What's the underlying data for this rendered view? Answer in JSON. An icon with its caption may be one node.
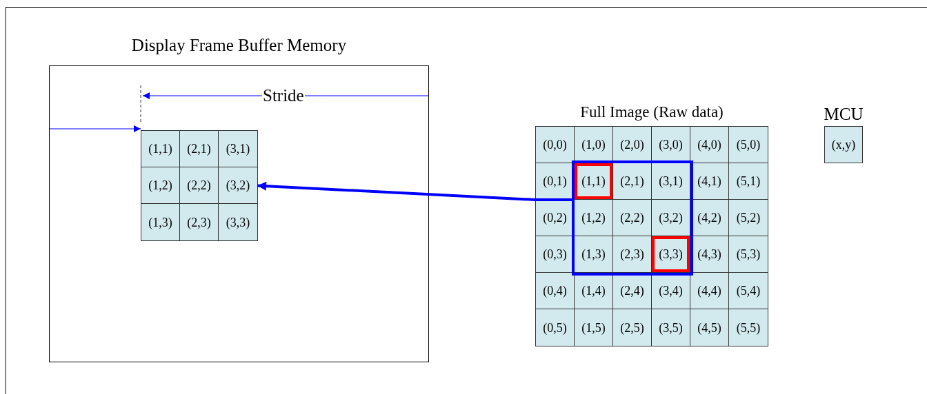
{
  "diagram": {
    "nodes": [
      {
        "text": [
          "Display Frame Buffer Memory"
        ]
      },
      {
        "text": [],
        "shape": "box",
        "in": 0
      },
      {
        "text": [
          "(1,1)"
        ],
        "in": 1
      },
      {
        "text": [
          "(2,1)"
        ],
        "in": 1
      },
      {
        "text": [
          "(3,1)"
        ],
        "in": 1
      },
      {
        "text": [
          "(1,2)"
        ],
        "in": 1
      },
      {
        "text": [
          "(2,2)"
        ],
        "in": 1
      },
      {
        "text": [
          "(3,2)"
        ],
        "in": 1
      },
      {
        "text": [
          "(1,3)"
        ],
        "in": 1
      },
      {
        "text": [
          "(2,3)"
        ],
        "in": 1
      },
      {
        "text": [
          "(3,3)"
        ],
        "in": 1
      },
      {
        "text": [
          "Full Image (Raw data)"
        ]
      },
      {
        "text": [
          "(0,0)"
        ],
        "in": 11
      },
      {
        "text": [
          "(1,0)"
        ],
        "in": 11
      },
      {
        "text": [
          "(2,0)"
        ],
        "in": 11
      },
      {
        "text": [
          "(3,0)"
        ],
        "in": 11
      },
      {
        "text": [
          "(4,0)"
        ],
        "in": 11
      },
      {
        "text": [
          "(5,0)"
        ],
        "in": 11
      },
      {
        "text": [],
        "shape": "box",
        "in": 11
      },
      {
        "text": [
          "(0,1)"
        ],
        "in": 11
      },
      {
        "text": [
          "(1,1)"
        ],
        "in": 18
      },
      {
        "text": [
          "(2,1)"
        ],
        "in": 18
      },
      {
        "text": [
          "(3,1)"
        ],
        "in": 18
      },
      {
        "text": [
          "(4,1)"
        ],
        "in": 11
      },
      {
        "text": [
          "(5,1)"
        ],
        "in": 11
      },
      {
        "text": [
          "(0,2)"
        ],
        "in": 11
      },
      {
        "text": [
          "(1,2)"
        ],
        "in": 18
      },
      {
        "text": [
          "(2,2)"
        ],
        "in": 18
      },
      {
        "text": [
          "(3,2)"
        ],
        "in": 18
      },
      {
        "text": [
          "(4,2)"
        ],
        "in": 11
      },
      {
        "text": [
          "(5,2)"
        ],
        "in": 11
      },
      {
        "text": [
          "(0,3)"
        ],
        "in": 11
      },
      {
        "text": [
          "(1,3)"
        ],
        "in": 18
      },
      {
        "text": [
          "(2,3)"
        ],
        "in": 18
      },
      {
        "text": [
          "(3,3)"
        ],
        "in": 18
      },
      {
        "text": [
          "(4,3)"
        ],
        "in": 11
      },
      {
        "text": [
          "(5,3)"
        ],
        "in": 11
      },
      {
        "text": [
          "(0,4)"
        ],
        "in": 11
      },
      {
        "text": [
          "(1,4)"
        ],
        "in": 11
      },
      {
        "text": [
          "(2,4)"
        ],
        "in": 11
      },
      {
        "text": [
          "(3,4)"
        ],
        "in": 11
      },
      {
        "text": [
          "(4,4)"
        ],
        "in": 11
      },
      {
        "text": [
          "(5,4)"
        ],
        "in": 11
      },
      {
        "text": [
          "(0,5)"
        ],
        "in": 11
      },
      {
        "text": [
          "(1,5)"
        ],
        "in": 11
      },
      {
        "text": [
          "(2,5)"
        ],
        "in": 11
      },
      {
        "text": [
          "(3,5)"
        ],
        "in": 11
      },
      {
        "text": [
          "(4,5)"
        ],
        "in": 11
      },
      {
        "text": [
          "(5,5)"
        ],
        "in": 11
      },
      {
        "text": [
          "MCU",
          "(x,y)"
        ]
      }
    ],
    "edges": [
      {
        "from": 18,
        "to": 7,
        "arrow": "to",
        "style": "thick"
      },
      {
        "from": null,
        "to": 1,
        "arrow": "to"
      }
    ],
    "labels": [
      "Stride"
    ]
  }
}
